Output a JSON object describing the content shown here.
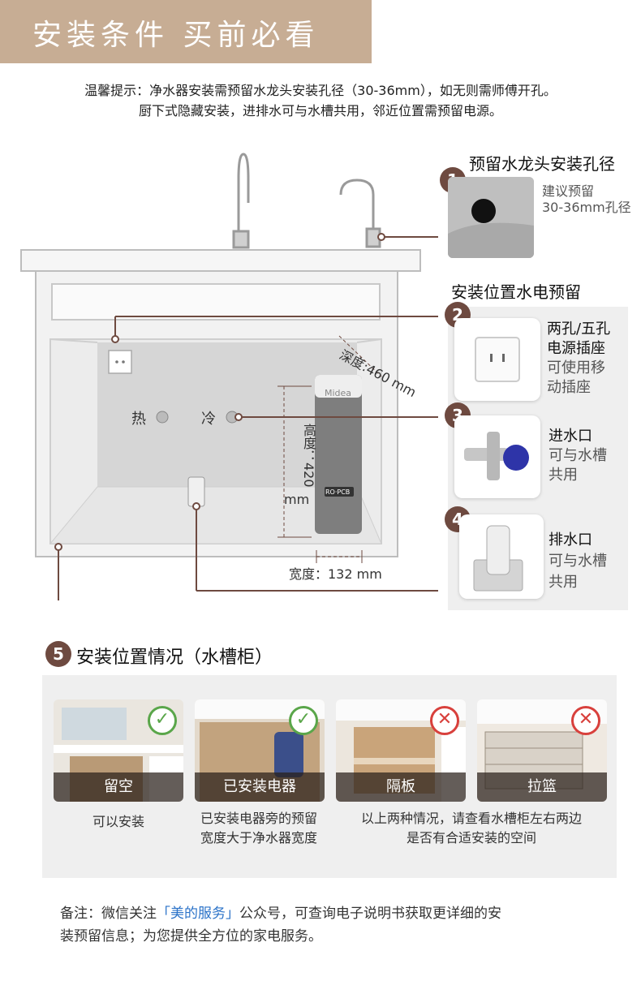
{
  "header": {
    "title": "安装条件 买前必看"
  },
  "tips": {
    "line1": "温馨提示：净水器安装需预留水龙头安装孔径（30-36mm），如无则需师傅开孔。",
    "line2": "厨下式隐藏安装，进排水可与水槽共用，邻近位置需预留电源。"
  },
  "diagram": {
    "hot_label": "热",
    "cold_label": "冷",
    "depth_label": "深度:460 mm",
    "height_label_a": "高度：420",
    "height_label_b": "mm",
    "width_label": "宽度：132 mm",
    "device_brand": "Midea",
    "device_display": "RO·PCB"
  },
  "steps": {
    "s1": {
      "num": "1",
      "title": "预留水龙头安装孔径",
      "sub1": "建议预留",
      "sub2": "30-36mm孔径"
    },
    "section2_title": "安装位置水电预留",
    "s2": {
      "num": "2",
      "title1": "两孔/五孔",
      "title2": "电源插座",
      "sub1": "可使用移",
      "sub2": "动插座"
    },
    "s3": {
      "num": "3",
      "title": "进水口",
      "sub1": "可与水槽",
      "sub2": "共用"
    },
    "s4": {
      "num": "4",
      "title": "排水口",
      "sub1": "可与水槽",
      "sub2": "共用"
    },
    "s5": {
      "num": "5",
      "title": "安装位置情况（水槽柜）"
    }
  },
  "cases": [
    {
      "label": "留空",
      "status": "ok"
    },
    {
      "label": "已安装电器",
      "status": "ok"
    },
    {
      "label": "隔板",
      "status": "no"
    },
    {
      "label": "拉篮",
      "status": "no"
    }
  ],
  "captions": {
    "c1": "可以安装",
    "c2a": "已安装电器旁的预留",
    "c2b": "宽度大于净水器宽度",
    "c3a": "以上两种情况，请查看水槽柜左右两边",
    "c3b": "是否有合适安装的空间"
  },
  "note": {
    "prefix": "备注：微信关注",
    "highlight": "「美的服务」",
    "suffix": "公众号，可查询电子说明书获取更详细的安",
    "line2": "装预留信息；为您提供全方位的家电服务。"
  },
  "colors": {
    "banner": "#c7ad94",
    "accent": "#6e4a40",
    "ok": "#5aa64a",
    "no": "#d8403c",
    "link": "#2a72c8"
  }
}
